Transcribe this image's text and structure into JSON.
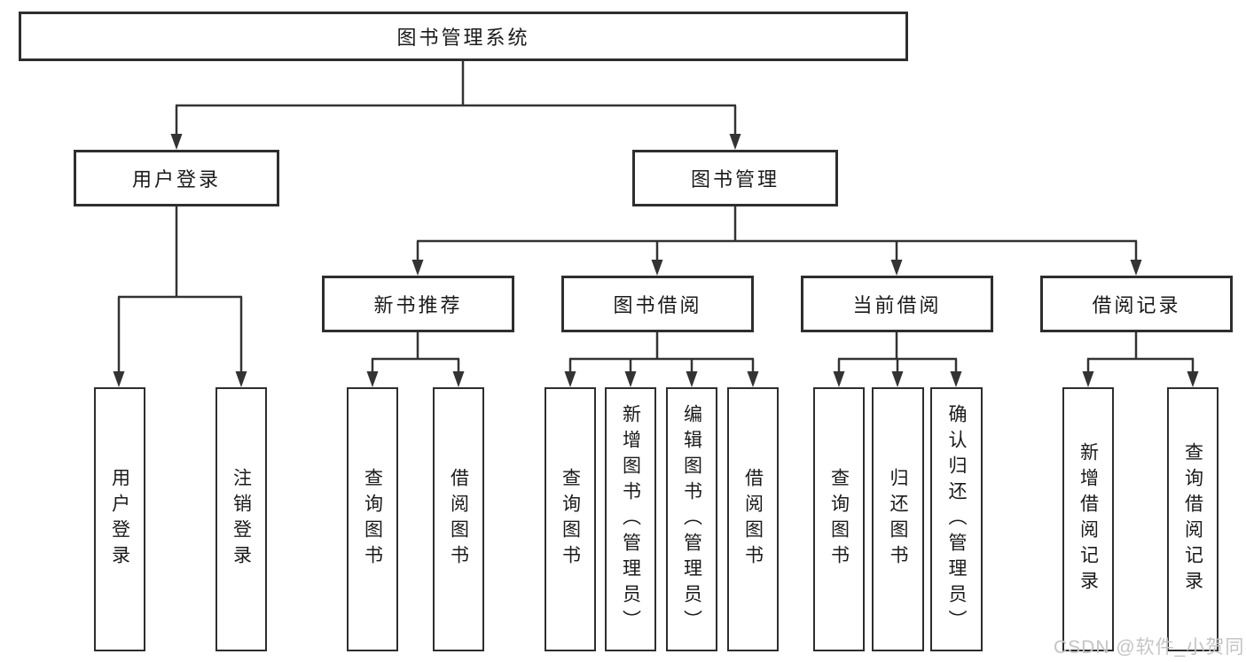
{
  "tree": {
    "label": "图书管理系统",
    "children": [
      {
        "label": "用户登录",
        "children": [
          {
            "label": "用户登录"
          },
          {
            "label": "注销登录"
          }
        ]
      },
      {
        "label": "图书管理",
        "children": [
          {
            "label": "新书推荐",
            "children": [
              {
                "label": "查询图书"
              },
              {
                "label": "借阅图书"
              }
            ]
          },
          {
            "label": "图书借阅",
            "children": [
              {
                "label": "查询图书"
              },
              {
                "label": "新增图书（管理员）"
              },
              {
                "label": "编辑图书（管理员）"
              },
              {
                "label": "借阅图书"
              }
            ]
          },
          {
            "label": "当前借阅",
            "children": [
              {
                "label": "查询图书"
              },
              {
                "label": "归还图书"
              },
              {
                "label": "确认归还（管理员）"
              }
            ]
          },
          {
            "label": "借阅记录",
            "children": [
              {
                "label": "新增借阅记录"
              },
              {
                "label": "查询借阅记录"
              }
            ]
          }
        ]
      }
    ]
  },
  "watermark": {
    "text": "CSDN @软件_小贺同学"
  },
  "colors": {
    "border": "#2e2e2e",
    "line": "#333333",
    "text": "#1a1a1a",
    "watermark": "#c4c4c4",
    "background": "#ffffff"
  }
}
